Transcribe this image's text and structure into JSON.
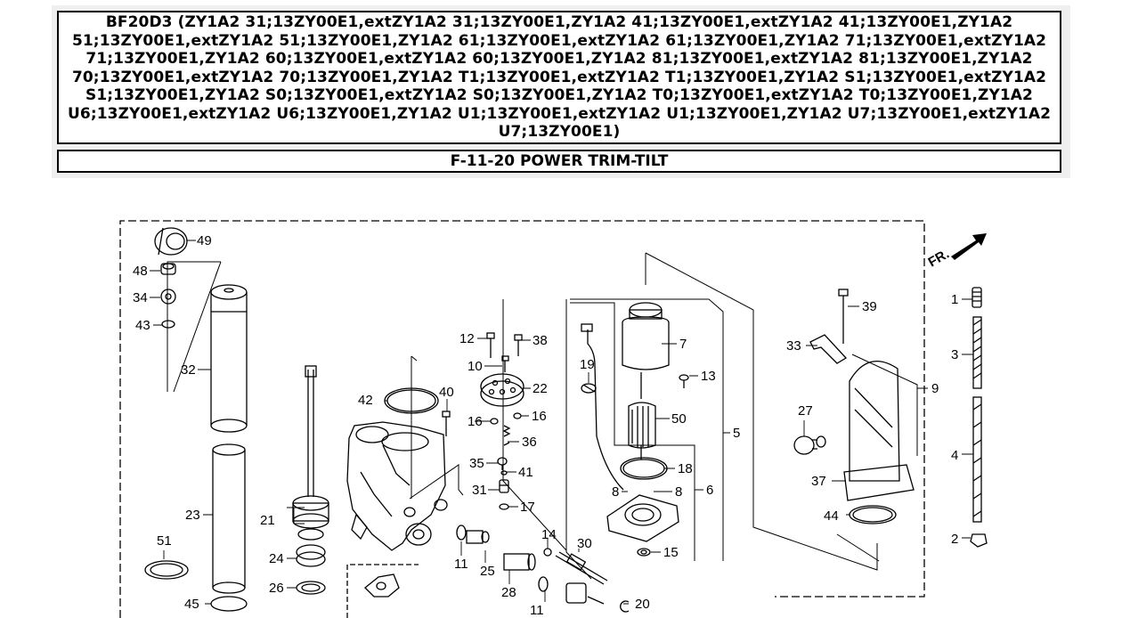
{
  "header": {
    "title": "BF20D3 (ZY1A2 31;13ZY00E1,extZY1A2 31;13ZY00E1,ZY1A2 41;13ZY00E1,extZY1A2 41;13ZY00E1,ZY1A2 51;13ZY00E1,extZY1A2 51;13ZY00E1,ZY1A2 61;13ZY00E1,extZY1A2 61;13ZY00E1,ZY1A2 71;13ZY00E1,extZY1A2 71;13ZY00E1,ZY1A2 60;13ZY00E1,extZY1A2 60;13ZY00E1,ZY1A2 81;13ZY00E1,extZY1A2 81;13ZY00E1,ZY1A2 70;13ZY00E1,extZY1A2 70;13ZY00E1,ZY1A2 T1;13ZY00E1,extZY1A2 T1;13ZY00E1,ZY1A2 S1;13ZY00E1,extZY1A2 S1;13ZY00E1,ZY1A2 S0;13ZY00E1,extZY1A2 S0;13ZY00E1,ZY1A2 T0;13ZY00E1,extZY1A2 T0;13ZY00E1,ZY1A2 U6;13ZY00E1,extZY1A2 U6;13ZY00E1,ZY1A2 U1;13ZY00E1,extZY1A2 U1;13ZY00E1,ZY1A2 U7;13ZY00E1,extZY1A2 U7;13ZY00E1)",
    "section": "F-11-20 POWER TRIM-TILT"
  },
  "diagram": {
    "front_indicator": "FR.",
    "callouts": {
      "c49": "49",
      "c48": "48",
      "c34": "34",
      "c43": "43",
      "c32": "32",
      "c23": "23",
      "c51": "51",
      "c45": "45",
      "c21": "21",
      "c24": "24",
      "c26": "26",
      "c42": "42",
      "c40": "40",
      "c12": "12",
      "c38": "38",
      "c10": "10",
      "c22": "22",
      "c16a": "16",
      "c16b": "16",
      "c36": "36",
      "c35": "35",
      "c41": "41",
      "c31": "31",
      "c17": "17",
      "c19": "19",
      "c7": "7",
      "c13": "13",
      "c50": "50",
      "c18": "18",
      "c8a": "8",
      "c8b": "8",
      "c5": "5",
      "c6": "6",
      "c15": "15",
      "c14": "14",
      "c30": "30",
      "c11a": "11",
      "c11b": "11",
      "c25": "25",
      "c28": "28",
      "c20": "20",
      "c39": "39",
      "c33": "33",
      "c27": "27",
      "c9": "9",
      "c37": "37",
      "c44": "44",
      "c1": "1",
      "c3": "3",
      "c4": "4",
      "c2": "2"
    }
  }
}
